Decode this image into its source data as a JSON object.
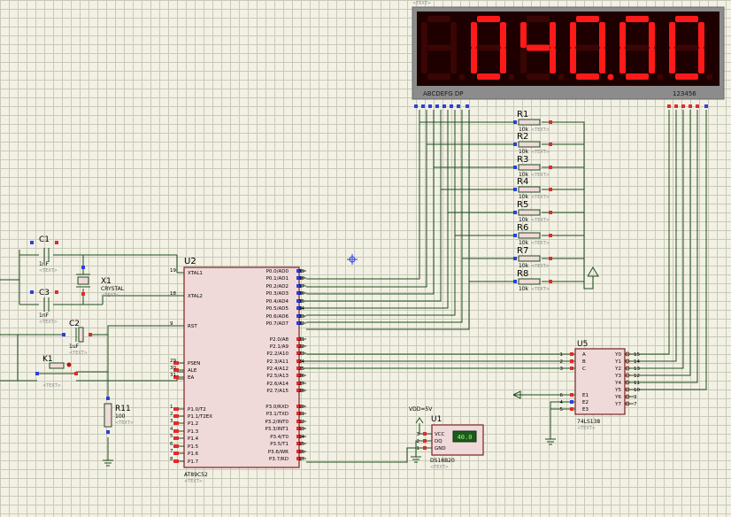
{
  "display": {
    "digits": [
      "",
      "0",
      "4",
      "0",
      "0",
      "0"
    ],
    "dp_on": [
      false,
      false,
      false,
      true,
      false,
      false
    ],
    "seg_label": "ABCDEFG DP",
    "com_label": "123456",
    "text_tag": "<TEXT>"
  },
  "resistors": [
    {
      "ref": "R1",
      "value": "10k"
    },
    {
      "ref": "R2",
      "value": "10k"
    },
    {
      "ref": "R3",
      "value": "10k"
    },
    {
      "ref": "R4",
      "value": "10k"
    },
    {
      "ref": "R5",
      "value": "10k"
    },
    {
      "ref": "R6",
      "value": "10k"
    },
    {
      "ref": "R7",
      "value": "10k"
    },
    {
      "ref": "R8",
      "value": "10k"
    }
  ],
  "mcu": {
    "ref": "U2",
    "part": "AT89C52",
    "left_pins": [
      {
        "num": "19",
        "label": "XTAL1"
      },
      {
        "num": "18",
        "label": "XTAL2"
      },
      {
        "num": "9",
        "label": "RST"
      },
      {
        "num": "29",
        "label": "PSEN"
      },
      {
        "num": "30",
        "label": "ALE"
      },
      {
        "num": "31",
        "label": "EA"
      },
      {
        "num": "1",
        "label": "P1.0/T2"
      },
      {
        "num": "2",
        "label": "P1.1/T2EX"
      },
      {
        "num": "3",
        "label": "P1.2"
      },
      {
        "num": "4",
        "label": "P1.3"
      },
      {
        "num": "5",
        "label": "P1.4"
      },
      {
        "num": "6",
        "label": "P1.5"
      },
      {
        "num": "7",
        "label": "P1.6"
      },
      {
        "num": "8",
        "label": "P1.7"
      }
    ],
    "right_pins": [
      {
        "num": "39",
        "label": "P0.0/AD0"
      },
      {
        "num": "38",
        "label": "P0.1/AD1"
      },
      {
        "num": "37",
        "label": "P0.2/AD2"
      },
      {
        "num": "36",
        "label": "P0.3/AD3"
      },
      {
        "num": "35",
        "label": "P0.4/AD4"
      },
      {
        "num": "34",
        "label": "P0.5/AD5"
      },
      {
        "num": "33",
        "label": "P0.6/AD6"
      },
      {
        "num": "32",
        "label": "P0.7/AD7"
      },
      {
        "num": "21",
        "label": "P2.0/A8"
      },
      {
        "num": "22",
        "label": "P2.1/A9"
      },
      {
        "num": "23",
        "label": "P2.2/A10"
      },
      {
        "num": "24",
        "label": "P2.3/A11"
      },
      {
        "num": "25",
        "label": "P2.4/A12"
      },
      {
        "num": "26",
        "label": "P2.5/A13"
      },
      {
        "num": "27",
        "label": "P2.6/A14"
      },
      {
        "num": "28",
        "label": "P2.7/A15"
      },
      {
        "num": "10",
        "label": "P3.0/RXD"
      },
      {
        "num": "11",
        "label": "P3.1/TXD"
      },
      {
        "num": "12",
        "label": "P3.2/INT0"
      },
      {
        "num": "13",
        "label": "P3.3/INT1"
      },
      {
        "num": "14",
        "label": "P3.4/T0"
      },
      {
        "num": "15",
        "label": "P3.5/T1"
      },
      {
        "num": "16",
        "label": "P3.6/WR"
      },
      {
        "num": "17",
        "label": "P3.7/RD"
      }
    ]
  },
  "decoder": {
    "ref": "U5",
    "part": "74LS138",
    "inputs": [
      {
        "num": "1",
        "label": "A"
      },
      {
        "num": "2",
        "label": "B"
      },
      {
        "num": "3",
        "label": "C"
      },
      {
        "num": "6",
        "label": "E1"
      },
      {
        "num": "4",
        "label": "E2"
      },
      {
        "num": "5",
        "label": "E3"
      }
    ],
    "outputs": [
      {
        "num": "15",
        "label": "Y0"
      },
      {
        "num": "14",
        "label": "Y1"
      },
      {
        "num": "13",
        "label": "Y2"
      },
      {
        "num": "12",
        "label": "Y3"
      },
      {
        "num": "11",
        "label": "Y4"
      },
      {
        "num": "10",
        "label": "Y5"
      },
      {
        "num": "9",
        "label": "Y6"
      },
      {
        "num": "7",
        "label": "Y7"
      }
    ]
  },
  "sensor": {
    "ref": "U1",
    "part": "DS18B20",
    "supply": "VDD=5V",
    "readout": "40.0",
    "pins": [
      {
        "num": "3",
        "label": "VCC"
      },
      {
        "num": "2",
        "label": "DQ"
      },
      {
        "num": "1",
        "label": "GND"
      }
    ]
  },
  "passives": {
    "c1": {
      "ref": "C1",
      "value": "1nF"
    },
    "c3": {
      "ref": "C3",
      "value": "1nF"
    },
    "c2": {
      "ref": "C2",
      "value": "1uF"
    },
    "x1": {
      "ref": "X1",
      "value": "CRYSTAL"
    },
    "r11": {
      "ref": "R11",
      "value": "100"
    },
    "k1": {
      "ref": "K1"
    }
  }
}
